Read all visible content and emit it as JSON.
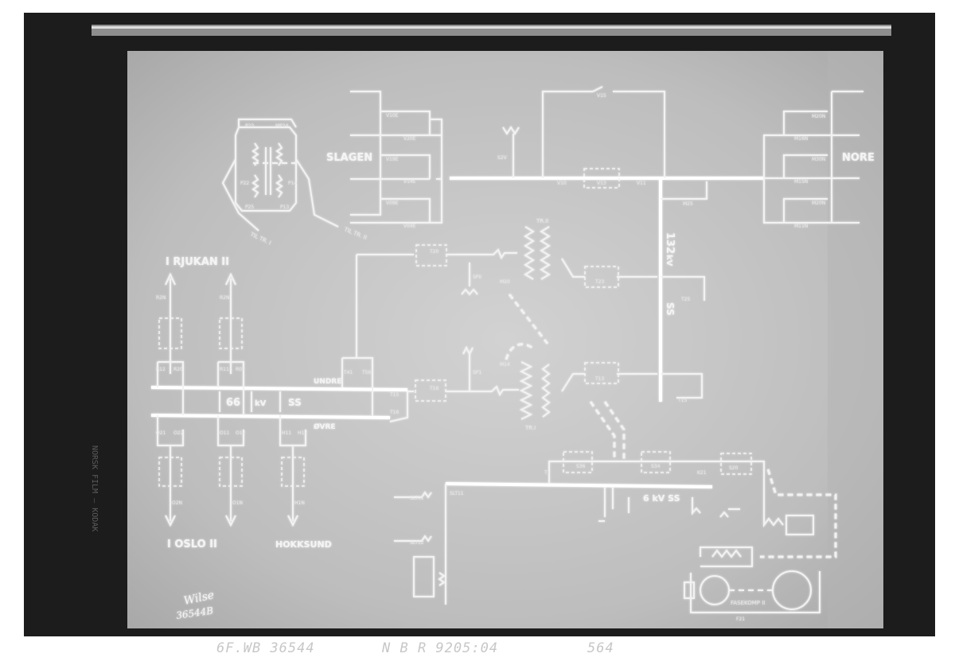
{
  "substations": {
    "slagen": "SLAGEN",
    "nore": "NORE",
    "rjukan": "I RJUKAN II",
    "oslo": "I OSLO II",
    "hokksund": "HOKKSUND"
  },
  "busbars": {
    "kv66": "66",
    "kv66_unit": "kV",
    "kv66_ss": "SS",
    "undre": "UNDRE",
    "ovre": "ØVRE",
    "kv132": "132",
    "kv132_unit": "kV",
    "kv132_ss": "SS",
    "kv6": "6 kV SS"
  },
  "transformers": {
    "tr1": "TR.I",
    "tr2": "TR.II",
    "til_tr1": "TIL TR. I",
    "til_tr2": "TIL TR. II",
    "fasekomp": "FASEKOMP II"
  },
  "signature": {
    "name": "Wilse",
    "number": "36544B"
  },
  "film_caption": {
    "left": "6F.WB 36544",
    "middle": "N B R 9205:04",
    "right": "564"
  },
  "side_text": "NORSK FILM – KODAK",
  "colors": {
    "panel": "#c9c9c9",
    "frame": "#1e1e1e",
    "lines": "#f2f2f2"
  }
}
